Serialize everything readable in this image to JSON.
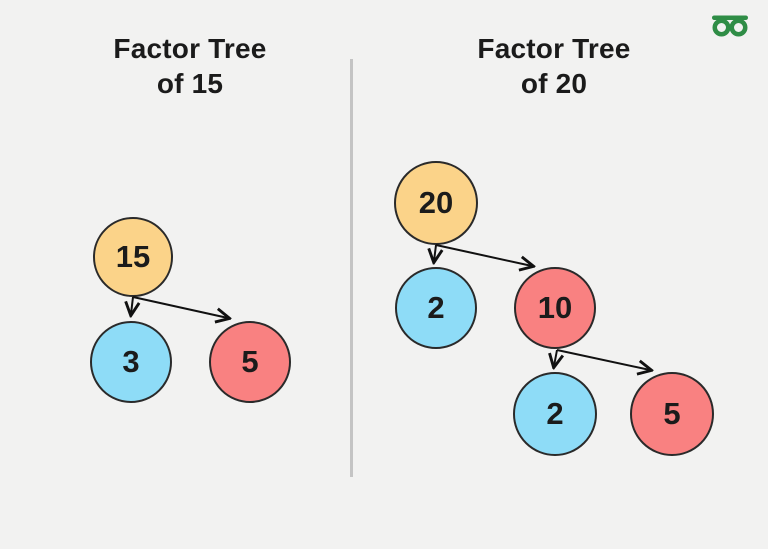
{
  "page": {
    "background": "#f2f2f1"
  },
  "brand": {
    "logo": "geeksforgeeks-logo",
    "logo_color": "#2f8d46"
  },
  "divider": {
    "color": "#c4c4c4"
  },
  "palette": {
    "root_fill": "#fbd389",
    "blue_fill": "#8edcf7",
    "red_fill": "#f98181",
    "node_outline": "#2a2a2a",
    "arrow_color": "#111111",
    "text_color": "#1b1b1b"
  },
  "trees": [
    {
      "title_line1": "Factor Tree",
      "title_line2": "of 15",
      "nodes": [
        {
          "value": "15",
          "fill": "#fbd389"
        },
        {
          "value": "3",
          "fill": "#8edcf7"
        },
        {
          "value": "5",
          "fill": "#f98181"
        }
      ],
      "edges": [
        [
          "15",
          "3"
        ],
        [
          "15",
          "5"
        ]
      ]
    },
    {
      "title_line1": "Factor Tree",
      "title_line2": "of 20",
      "nodes": [
        {
          "value": "20",
          "fill": "#fbd389"
        },
        {
          "value": "2",
          "fill": "#8edcf7"
        },
        {
          "value": "10",
          "fill": "#f98181"
        },
        {
          "value": "2",
          "fill": "#8edcf7"
        },
        {
          "value": "5",
          "fill": "#f98181"
        }
      ],
      "edges": [
        [
          "20",
          "2"
        ],
        [
          "20",
          "10"
        ],
        [
          "10",
          "2"
        ],
        [
          "10",
          "5"
        ]
      ]
    }
  ]
}
